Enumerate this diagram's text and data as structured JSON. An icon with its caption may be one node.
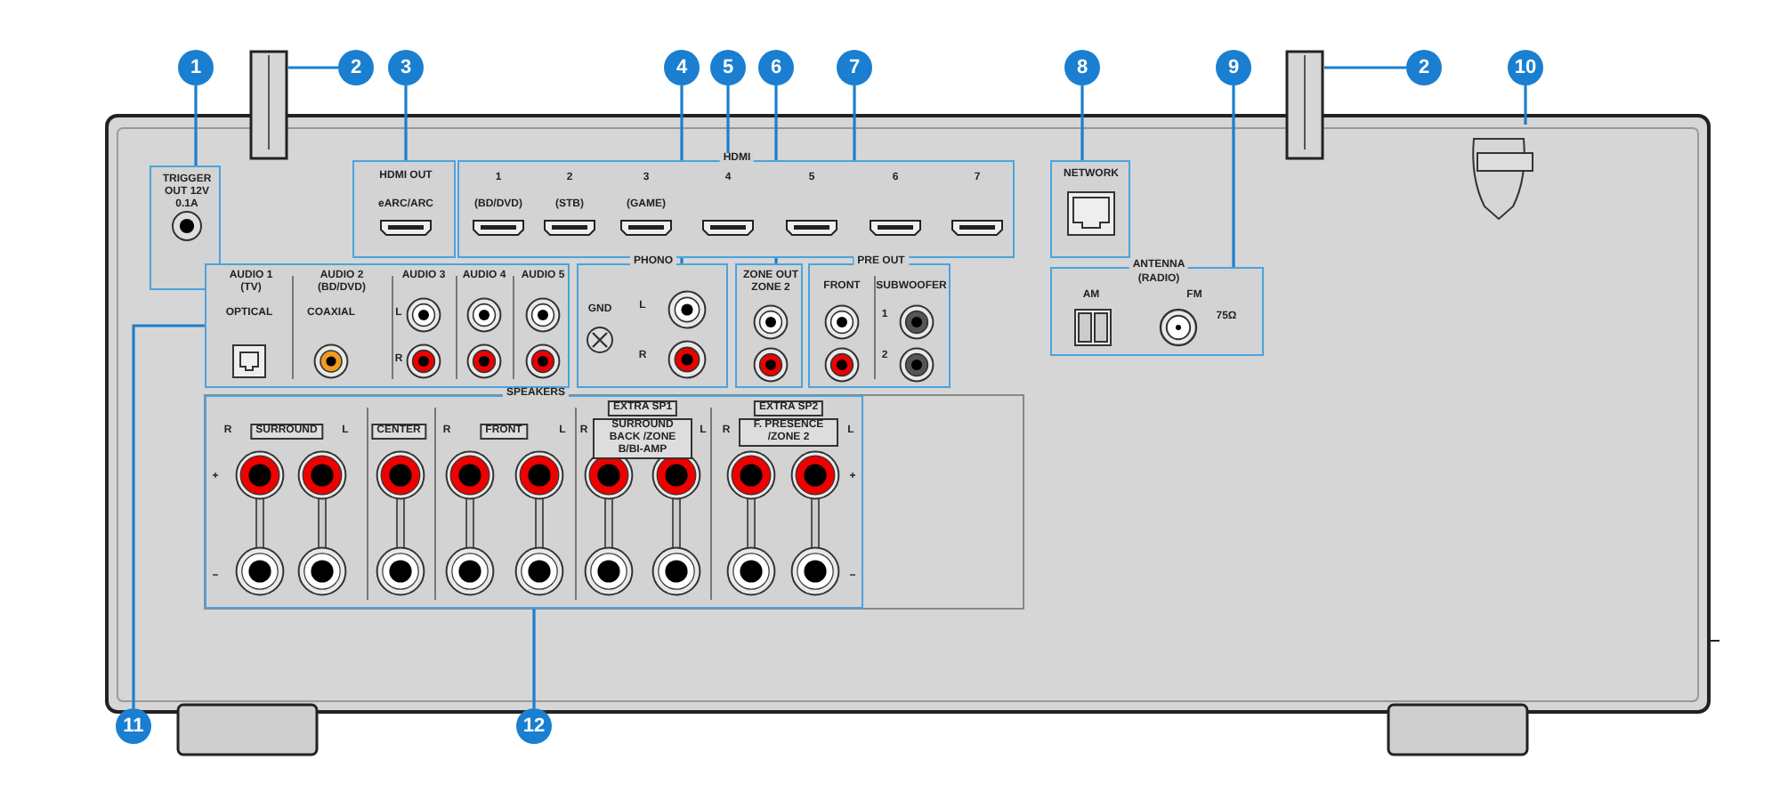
{
  "diagram": {
    "nodes": [
      {
        "text": [
          "1"
        ]
      },
      {
        "text": [
          "2"
        ]
      },
      {
        "text": [
          "3"
        ]
      },
      {
        "text": [
          "4"
        ]
      },
      {
        "text": [
          "5"
        ]
      },
      {
        "text": [
          "6"
        ]
      },
      {
        "text": [
          "7"
        ]
      },
      {
        "text": [
          "8"
        ]
      },
      {
        "text": [
          "9"
        ]
      },
      {
        "text": [
          "2"
        ]
      },
      {
        "text": [
          "10"
        ]
      },
      {
        "text": [
          "11"
        ]
      },
      {
        "text": [
          "12"
        ]
      },
      {
        "text": [
          "TRIGGER OUT 12V 0.1A"
        ]
      },
      {
        "text": [],
        "shape": "bar"
      },
      {
        "text": [
          "HDMI OUT",
          "eARC/ARC"
        ]
      },
      {
        "text": [
          "HDMI",
          "1",
          "(BD/DVD)",
          "2",
          "(STB)",
          "3",
          "(GAME)",
          "4",
          "5",
          "6",
          "7"
        ]
      },
      {
        "text": [
          "PHONO",
          "GND",
          "L",
          "R"
        ]
      },
      {
        "text": [
          "ZONE OUT",
          "ZONE 2"
        ]
      },
      {
        "text": [
          "PRE OUT",
          "FRONT",
          "SUBWOOFER",
          "1",
          "2"
        ]
      },
      {
        "text": [
          "NETWORK"
        ]
      },
      {
        "text": [
          "ANTENNA",
          "(RADIO)",
          "AM",
          "FM",
          "75Ω"
        ]
      },
      {
        "text": [],
        "shape": "bar"
      },
      {
        "text": [],
        "shape": "picture"
      },
      {
        "text": [
          "AUDIO 1",
          "(TV)",
          "OPTICAL",
          "AUDIO 2",
          "(BD/DVD)",
          "COAXIAL",
          "AUDIO 3",
          "AUDIO 4",
          "AUDIO 5",
          "L",
          "R"
        ]
      },
      {
        "text": [
          "SPEAKERS",
          "EXTRA SP1",
          "EXTRA SP2",
          "R",
          "SURROUND",
          "L",
          "CENTER",
          "R",
          "FRONT",
          "L",
          "R",
          "SURROUND BACK /ZONE B/BI-AMP",
          "L",
          "R",
          "F. PRESENCE /ZONE 2",
          "L",
          "+",
          "+",
          "−",
          "−"
        ]
      }
    ],
    "edges": [
      {
        "from": 0,
        "to": 13,
        "arrow": "none"
      },
      {
        "from": 1,
        "to": 14,
        "arrow": "none"
      },
      {
        "from": 2,
        "to": 15,
        "arrow": "none"
      },
      {
        "from": 3,
        "to": 17,
        "arrow": "none"
      },
      {
        "from": 4,
        "to": 16,
        "arrow": "none"
      },
      {
        "from": 5,
        "to": 18,
        "arrow": "none"
      },
      {
        "from": 6,
        "to": 19,
        "arrow": "none"
      },
      {
        "from": 7,
        "to": 20,
        "arrow": "none"
      },
      {
        "from": 8,
        "to": 21,
        "arrow": "none"
      },
      {
        "from": 9,
        "to": 22,
        "arrow": "none"
      },
      {
        "from": 10,
        "to": 23,
        "arrow": "none"
      },
      {
        "from": 11,
        "to": 24,
        "arrow": "none"
      },
      {
        "from": 12,
        "to": 25,
        "arrow": "none"
      }
    ]
  }
}
